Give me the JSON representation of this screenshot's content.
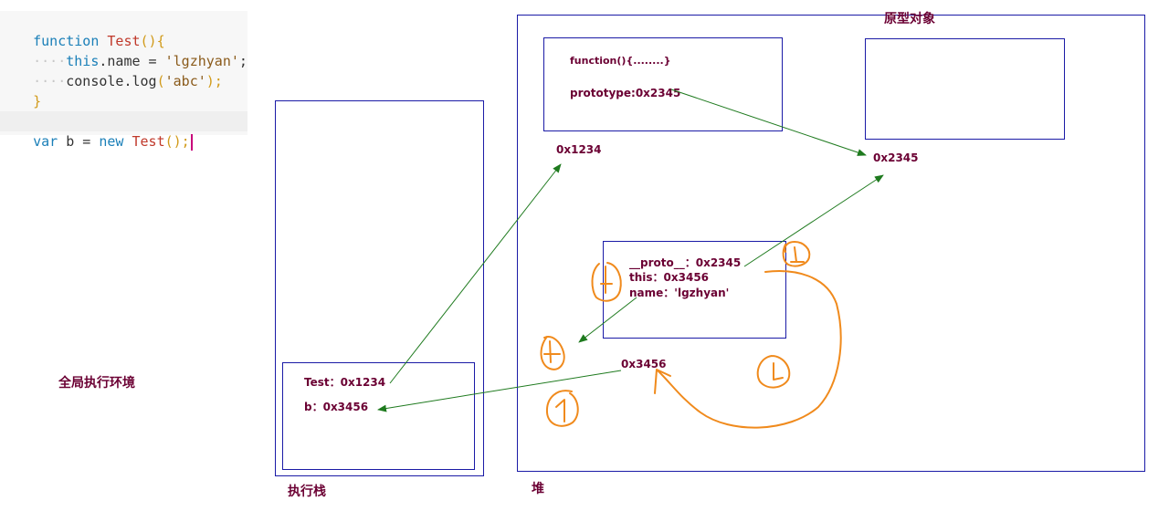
{
  "code": {
    "line1": {
      "kw": "function",
      "name": "Test",
      "punc": "(){"
    },
    "line2": {
      "this": "this",
      "dot": ".",
      "prop": "name",
      "eq": " = ",
      "val": "'lgzhyan'",
      "semi": ";"
    },
    "line3": {
      "obj": "console",
      "dot": ".",
      "method": "log",
      "open": "(",
      "val": "'abc'",
      "close": ");"
    },
    "line4": {
      "punc": "}"
    },
    "line6": {
      "kw": "var",
      "var": "b",
      "eq": " = ",
      "new": "new",
      "name": "Test",
      "punc": "();"
    }
  },
  "labels": {
    "global_env": "全局执行环境",
    "exec_stack": "执行栈",
    "heap": "堆",
    "prototype_object": "原型对象",
    "stack_test": "Test：0x1234",
    "stack_b": "b：0x3456",
    "func_body": "function(){........}",
    "prototype_ref": "prototype:0x2345",
    "addr_func": "0x1234",
    "addr_proto": "0x2345",
    "obj_proto": "__proto__：0x2345",
    "obj_this": "this：0x3456",
    "obj_name": "name：'lgzhyan'",
    "addr_obj": "0x3456"
  },
  "annotations": {
    "steps": [
      "1",
      "2",
      "3",
      "4",
      "5"
    ]
  },
  "colors": {
    "box_border": "#1a1aa6",
    "label_text": "#6b0033",
    "arrow": "#1e7a1e",
    "handwriting": "#f08a1c"
  }
}
